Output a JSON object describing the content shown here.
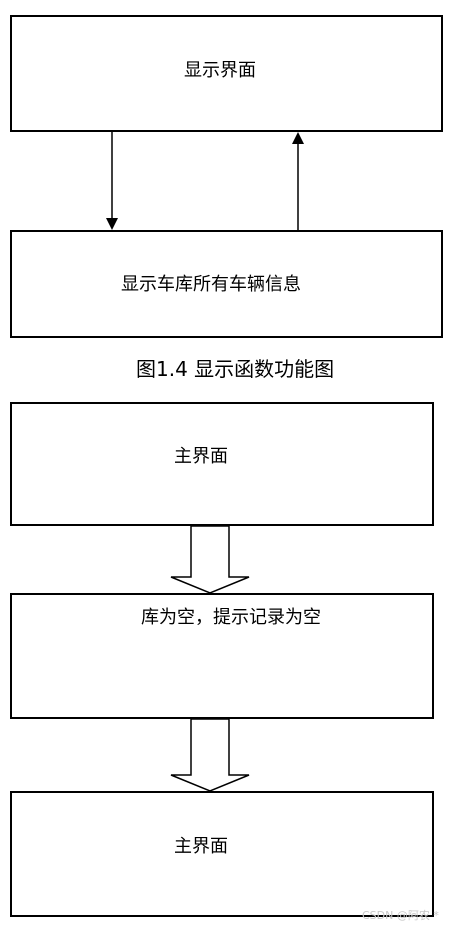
{
  "diagram1": {
    "top_box_label": "显示界面",
    "bottom_box_label": "显示车库所有车辆信息",
    "caption": "图1.4  显示函数功能图"
  },
  "diagram2": {
    "box1_label": "主界面",
    "box2_label": "库为空，提示记录为空",
    "box3_label": "主界面"
  },
  "watermark": "CSDN @阿农 *"
}
